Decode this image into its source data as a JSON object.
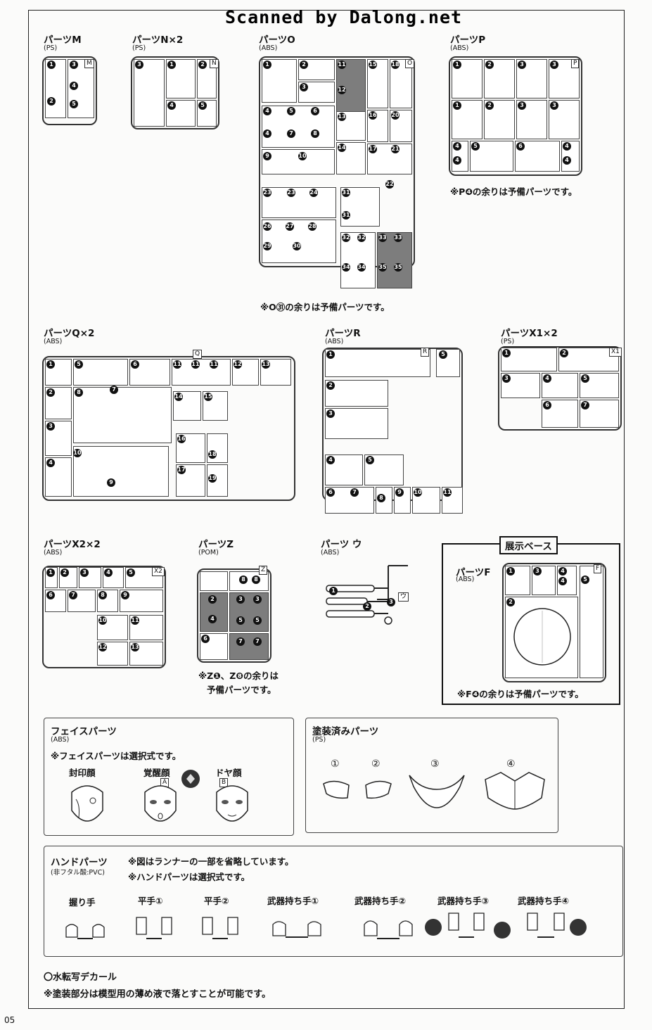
{
  "watermark": "Scanned by Dalong.net",
  "page_number": "05",
  "runners": {
    "M": {
      "title": "パーツM",
      "material": "(PS)",
      "tag": "M"
    },
    "N": {
      "title": "パーツN×2",
      "material": "(PS)",
      "tag": "N"
    },
    "O": {
      "title": "パーツO",
      "material": "(ABS)",
      "tag": "O",
      "note": "※O㉛の余りは予備パーツです。"
    },
    "P": {
      "title": "パーツP",
      "material": "(ABS)",
      "tag": "P",
      "note": "※P❹の余りは予備パーツです。"
    },
    "Q": {
      "title": "パーツQ×2",
      "material": "(ABS)",
      "tag": "Q"
    },
    "R": {
      "title": "パーツR",
      "material": "(ABS)",
      "tag": "R"
    },
    "X1": {
      "title": "パーツX1×2",
      "material": "(PS)",
      "tag": "X1"
    },
    "X2": {
      "title": "パーツX2×2",
      "material": "(ABS)",
      "tag": "X2"
    },
    "Z": {
      "title": "パーツZ",
      "material": "(POM)",
      "tag": "Z",
      "note1": "※Z❶、Z❽の余りは",
      "note2": "予備パーツです。"
    },
    "U": {
      "title": "パーツ ウ",
      "material": "(ABS)",
      "tag": "ウ"
    },
    "F": {
      "title": "パーツF",
      "material": "(ABS)",
      "tag": "F",
      "note": "※F❹の余りは予備パーツです。"
    }
  },
  "display_base": {
    "heading": "展示ベース"
  },
  "face": {
    "title": "フェイスパーツ",
    "material": "(ABS)",
    "note": "※フェイスパーツは選択式です。",
    "items": [
      "封印顔",
      "覚醒顔",
      "ドヤ顔"
    ],
    "markers": [
      "A",
      "B"
    ]
  },
  "painted": {
    "title": "塗装済みパーツ",
    "material": "(PS)",
    "items": [
      "①",
      "②",
      "③",
      "④"
    ]
  },
  "hands": {
    "title": "ハンドパーツ",
    "material": "(非フタル酸:PVC)",
    "note1": "※図はランナーの一部を省略しています。",
    "note2": "※ハンドパーツは選択式です。",
    "items": [
      "握り手",
      "平手①",
      "平手②",
      "武器持ち手①",
      "武器持ち手②",
      "武器持ち手③",
      "武器持ち手④"
    ]
  },
  "decal": {
    "line1": "〇水転写デカール",
    "line2": "※塗装部分は模型用の薄め液で落とすことが可能です。"
  }
}
